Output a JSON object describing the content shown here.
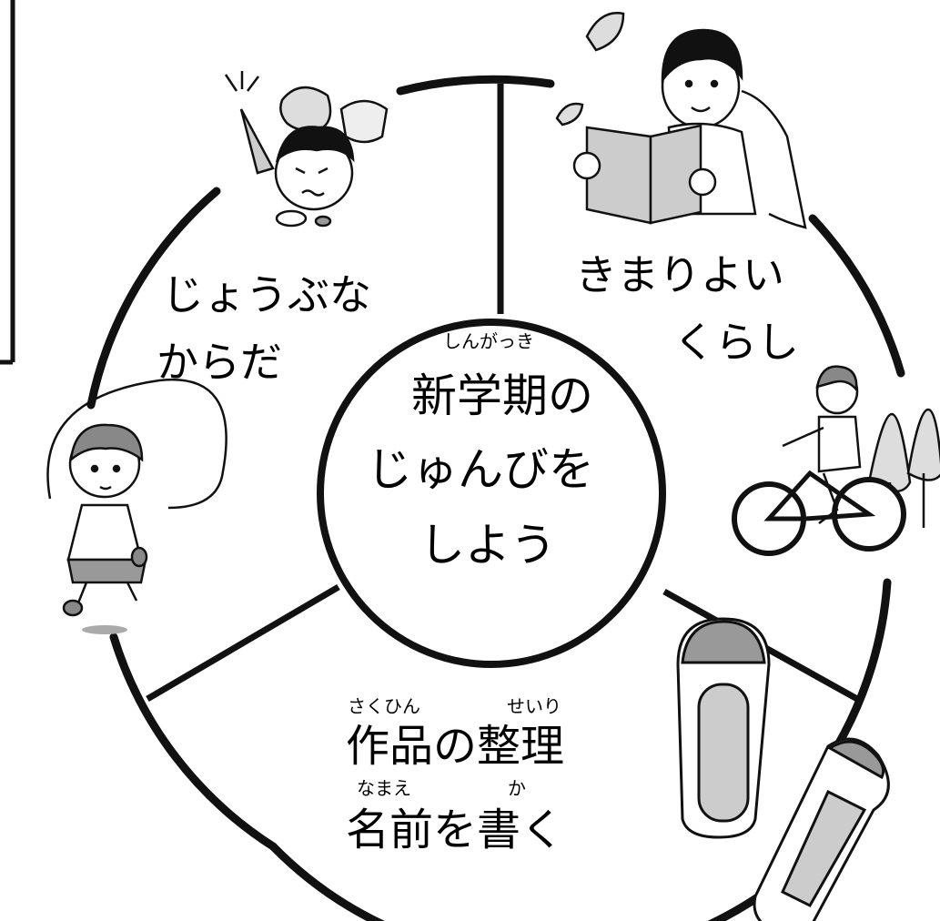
{
  "center": {
    "furigana": "しんがっき",
    "line1": "新学期の",
    "line2": "じゅんびを",
    "line3": "しよう"
  },
  "segments": {
    "left": {
      "line1": "じょうぶな",
      "line2": "からだ"
    },
    "right": {
      "line1": "きまりよい",
      "line2": "くらし"
    },
    "bottom": {
      "furigana1a": "さくひん",
      "furigana1b": "せいり",
      "line1": "作品の整理",
      "furigana2a": "なまえ",
      "furigana2b": "か",
      "line2": "名前を書く"
    }
  },
  "colors": {
    "line": "#111111",
    "fill": "#ffffff",
    "shade": "#b8b8b8"
  },
  "illustrations": [
    "boy-with-vegetables-icon",
    "boy-reading-book-icon",
    "girl-jump-rope-icon",
    "boy-on-bicycle-icon",
    "indoor-shoes-icon"
  ]
}
